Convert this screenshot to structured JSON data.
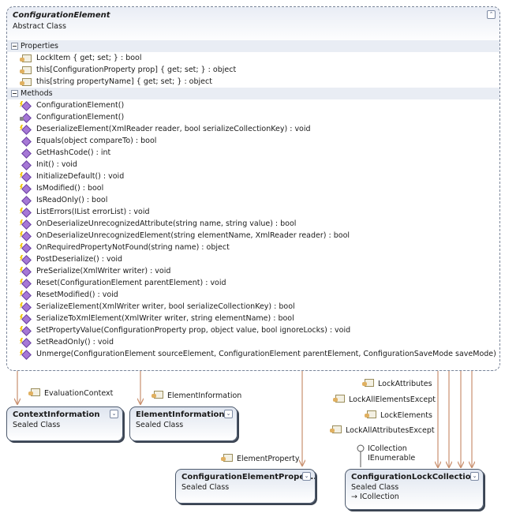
{
  "main": {
    "title": "ConfigurationElement",
    "stereotype": "Abstract Class",
    "sections": {
      "properties_label": "Properties",
      "methods_label": "Methods"
    },
    "properties": [
      "LockItem { get; set; } : bool",
      "this[ConfigurationProperty prop] { get; set; } : object",
      "this[string propertyName] { get; set; } : object"
    ],
    "methods": [
      {
        "text": "ConfigurationElement()",
        "icon": "method-protected-icon"
      },
      {
        "text": "ConfigurationElement()",
        "icon": "method-private-icon"
      },
      {
        "text": "DeserializeElement(XmlReader reader, bool serializeCollectionKey) : void",
        "icon": "method-protected-icon"
      },
      {
        "text": "Equals(object compareTo) : bool",
        "icon": "method-icon"
      },
      {
        "text": "GetHashCode() : int",
        "icon": "method-icon"
      },
      {
        "text": "Init() : void",
        "icon": "method-icon"
      },
      {
        "text": "InitializeDefault() : void",
        "icon": "method-protected-icon"
      },
      {
        "text": "IsModified() : bool",
        "icon": "method-protected-icon"
      },
      {
        "text": "IsReadOnly() : bool",
        "icon": "method-icon"
      },
      {
        "text": "ListErrors(IList errorList) : void",
        "icon": "method-protected-icon"
      },
      {
        "text": "OnDeserializeUnrecognizedAttribute(string name, string value) : bool",
        "icon": "method-protected-icon"
      },
      {
        "text": "OnDeserializeUnrecognizedElement(string elementName, XmlReader reader) : bool",
        "icon": "method-protected-icon"
      },
      {
        "text": "OnRequiredPropertyNotFound(string name) : object",
        "icon": "method-protected-icon"
      },
      {
        "text": "PostDeserialize() : void",
        "icon": "method-protected-icon"
      },
      {
        "text": "PreSerialize(XmlWriter writer) : void",
        "icon": "method-protected-icon"
      },
      {
        "text": "Reset(ConfigurationElement parentElement) : void",
        "icon": "method-protected-icon"
      },
      {
        "text": "ResetModified() : void",
        "icon": "method-protected-icon"
      },
      {
        "text": "SerializeElement(XmlWriter writer, bool serializeCollectionKey) : bool",
        "icon": "method-protected-icon"
      },
      {
        "text": "SerializeToXmlElement(XmlWriter writer, string elementName) : bool",
        "icon": "method-protected-icon"
      },
      {
        "text": "SetPropertyValue(ConfigurationProperty prop, object value, bool ignoreLocks) : void",
        "icon": "method-protected-icon"
      },
      {
        "text": "SetReadOnly() : void",
        "icon": "method-protected-icon"
      },
      {
        "text": "Unmerge(ConfigurationElement sourceElement, ConfigurationElement parentElement, ConfigurationSaveMode saveMode) : void",
        "icon": "method-protected-icon"
      }
    ]
  },
  "associations": {
    "evaluation_context": "EvaluationContext",
    "element_information": "ElementInformation",
    "element_property": "ElementProperty",
    "lock_attributes": "LockAttributes",
    "lock_all_elements_except": "LockAllElementsExcept",
    "lock_elements": "LockElements",
    "lock_all_attributes_except": "LockAllAttributesExcept"
  },
  "lollipop": {
    "icollection": "ICollection",
    "ienumerable": "IEnumerable"
  },
  "classes": {
    "context_information": {
      "title": "ContextInformation",
      "stereotype": "Sealed Class"
    },
    "element_information": {
      "title": "ElementInformation",
      "stereotype": "Sealed Class"
    },
    "configuration_element_property": {
      "title": "ConfigurationElementProper...",
      "stereotype": "Sealed Class"
    },
    "configuration_lock_collection": {
      "title": "ConfigurationLockCollection",
      "stereotype": "Sealed Class",
      "implements": "→ ICollection"
    }
  },
  "collapse_glyph": "⌃",
  "expand_glyph": "⌄",
  "colors": {
    "arrow": "#c9906f",
    "border": "#4d5a6e"
  }
}
